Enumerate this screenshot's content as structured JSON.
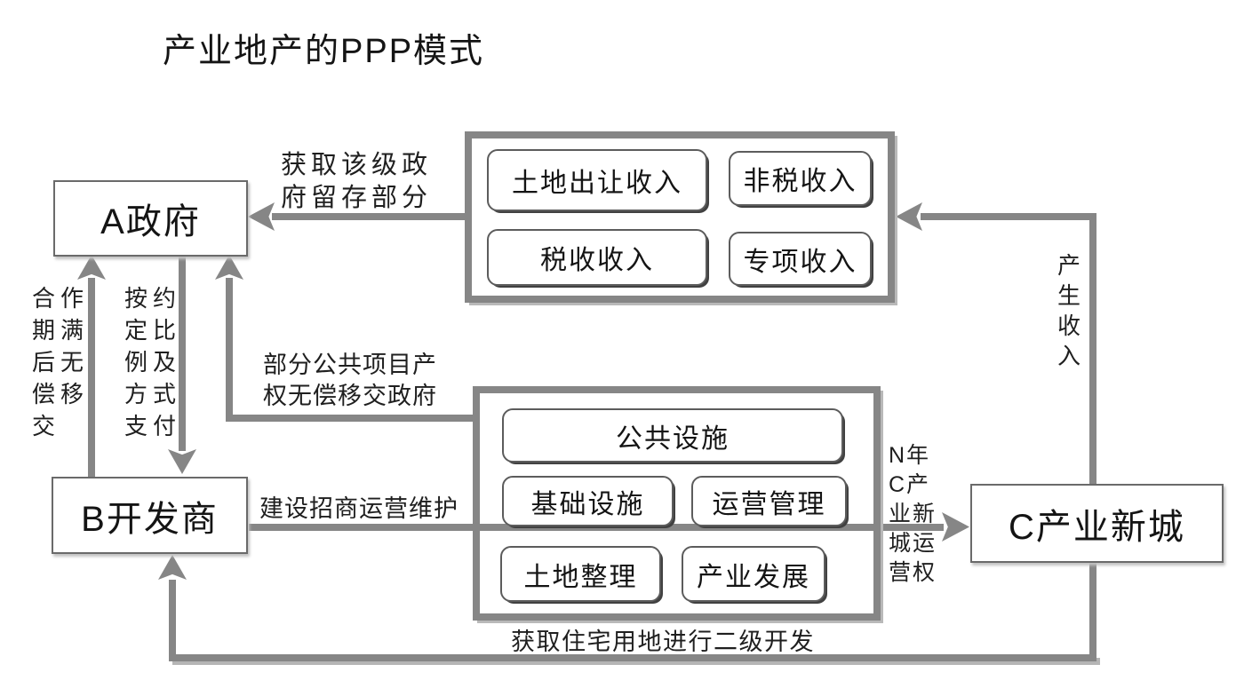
{
  "title": "产业地产的PPP模式",
  "colors": {
    "connector": "#868686",
    "thin_border": "#5c5c5c",
    "item_shadow": "#414141",
    "group_shadow": "#b9b9b9",
    "text": "#1f1f1f"
  },
  "nodes": {
    "government": "A政府",
    "developer": "B开发商",
    "city": "C产业新城"
  },
  "revenue_group": {
    "items": [
      "土地出让收入",
      "非税收入",
      "税收收入",
      "专项收入"
    ]
  },
  "works_group": {
    "items": [
      "公共设施",
      "基础设施",
      "运营管理",
      "土地整理",
      "产业发展"
    ]
  },
  "labels": {
    "gov_retain": {
      "text": "获取该级政府留存部分",
      "lines": [
        "获取该级政",
        "府留存部分"
      ]
    },
    "transfer_after_term": {
      "text": "合作期满后无偿移交",
      "lines": [
        "合作",
        "期满",
        "后无",
        "偿移",
        "交"
      ]
    },
    "pay_by_agreement": {
      "text": "按约定比例及方式支付",
      "lines": [
        "按约",
        "定比",
        "例及",
        "方式",
        "支付"
      ]
    },
    "public_ownership_transfer": {
      "text": "部分公共项目产权无偿移交政府",
      "lines": [
        "部分公共项目产",
        "权无偿移交政府"
      ]
    },
    "build_operate": {
      "text": "建设招商运营维护"
    },
    "operation_rights": {
      "text": "N年C产业新城运营权",
      "lines": [
        "N年",
        "C产",
        "业新",
        "城运",
        "营权"
      ]
    },
    "generate_revenue": {
      "text": "产生收入",
      "lines": [
        "产",
        "生",
        "收",
        "入"
      ]
    },
    "residential_development": {
      "text": "获取住宅用地进行二级开发"
    }
  }
}
